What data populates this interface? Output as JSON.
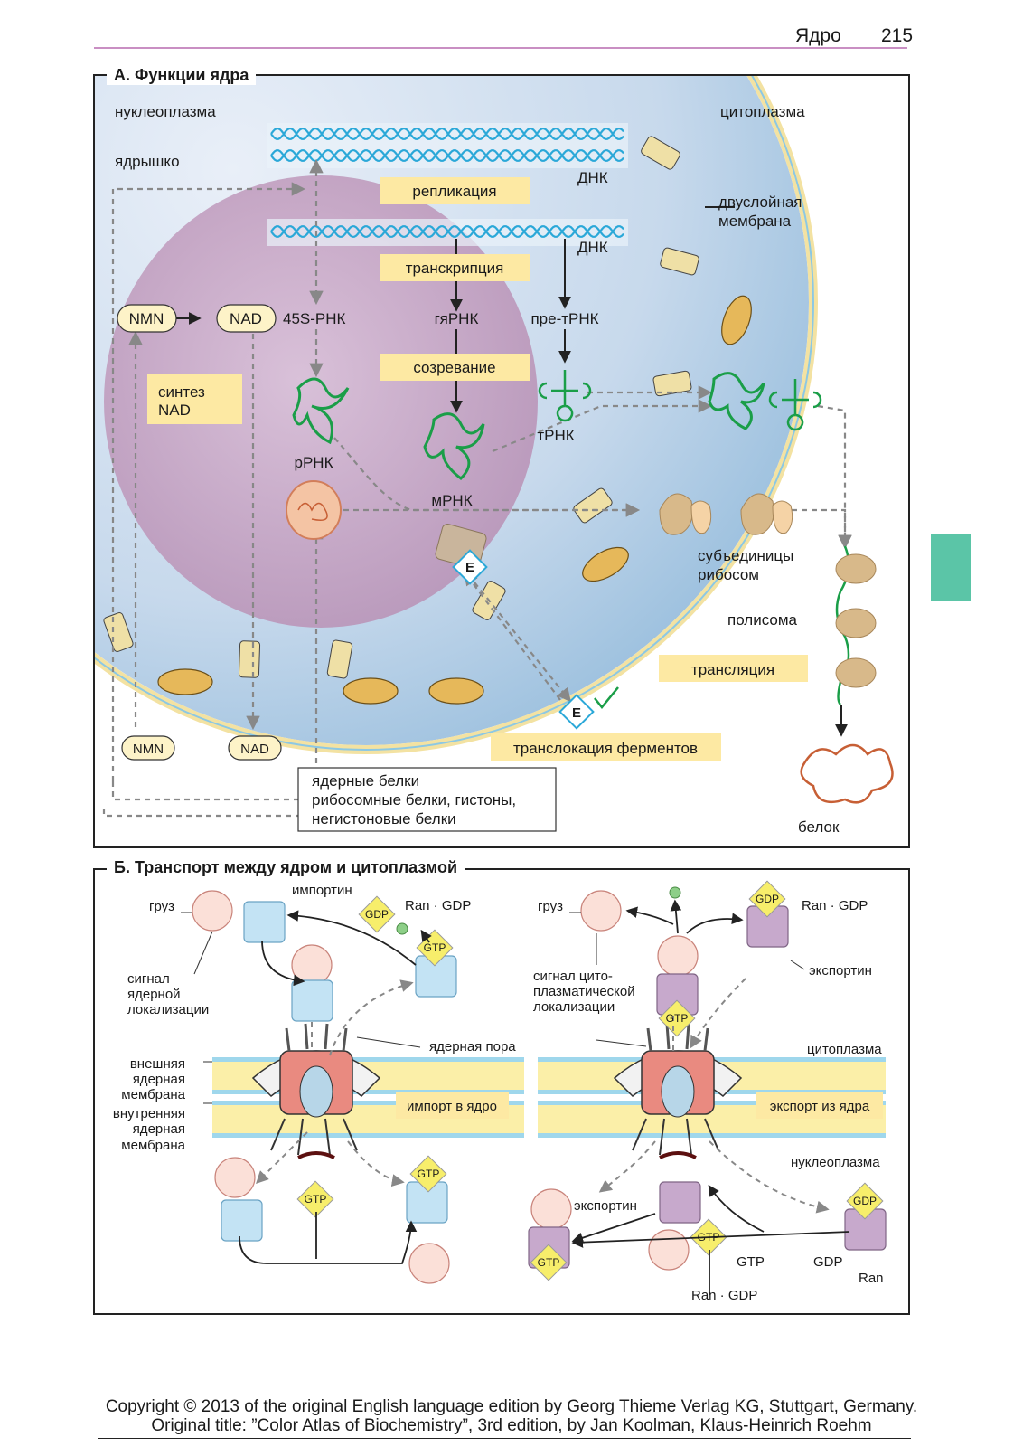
{
  "header": {
    "section": "Ядро",
    "page": "215"
  },
  "panelA": {
    "title": "А. Функции ядра",
    "nucleoplasm": "нуклеоплазма",
    "nucleolus": "ядрышко",
    "cytoplasm": "цитоплазма",
    "dna1": "ДНК",
    "dna2": "ДНК",
    "replication": "репликация",
    "transcription": "транскрипция",
    "maturation": "созревание",
    "membrane_l1": "двуслойная",
    "membrane_l2": "мембрана",
    "nmn": "NMN",
    "nad": "NAD",
    "rna45s": "45S-РНК",
    "hnrna": "гяРНК",
    "pretrna": "пре-тРНК",
    "nad_synth_l1": "синтез",
    "nad_synth_l2": "NAD",
    "rrna": "рРНК",
    "trna": "тРНК",
    "mrna": "мРНК",
    "enzyme": "E",
    "subunits_l1": "субъединицы",
    "subunits_l2": "рибосом",
    "polysome": "полисома",
    "translation": "трансляция",
    "nmn2": "NMN",
    "nad2": "NAD",
    "translocation": "транслокация ферментов",
    "proteins_l1": "ядерные белки",
    "proteins_l2": "рибосомные белки, гистоны,",
    "proteins_l3": "негистоновые белки",
    "protein": "белок"
  },
  "panelB": {
    "title": "Б. Транспорт между ядром и цитоплазмой",
    "cargo_left": "груз",
    "importin": "импортин",
    "ran_gdp_left": "Ran · GDP",
    "gdp": "GDP",
    "gtp": "GTP",
    "nls_l1": "сигнал",
    "nls_l2": "ядерной",
    "nls_l3": "локализации",
    "outer_l1": "внешняя",
    "outer_l2": "ядерная",
    "outer_l3": "мембрана",
    "inner_l1": "внутренняя",
    "inner_l2": "ядерная",
    "inner_l3": "мембрана",
    "nuclear_pore": "ядерная пора",
    "import": "импорт в ядро",
    "cargo_right": "груз",
    "ran_gdp_right": "Ran · GDP",
    "nes_l1": "сигнал цито-",
    "nes_l2": "плазматической",
    "nes_l3": "локализации",
    "exportin_top": "экспортин",
    "cytoplasm": "цитоплазма",
    "export": "экспорт из ядра",
    "nucleoplasm": "нуклеоплазма",
    "exportin_bottom": "экспортин",
    "gtp_label": "GTP",
    "gdp_label": "GDP",
    "ran_gdp_bottom": "Ran · GDP",
    "ran": "Ran"
  },
  "footer": {
    "line1": "Copyright © 2013 of the original English language edition by Georg Thieme Verlag KG, Stuttgart, Germany.",
    "line2": "Original title: ”Color Atlas of Biochemistry”, 3rd edition, by Jan Koolman, Klaus-Heinrich Roehm"
  },
  "colors": {
    "accent_tab": "#5bc5a7",
    "label_box": "#fde9a3",
    "header_rule": "#c98fc3",
    "rna_green": "#1a9e48"
  }
}
